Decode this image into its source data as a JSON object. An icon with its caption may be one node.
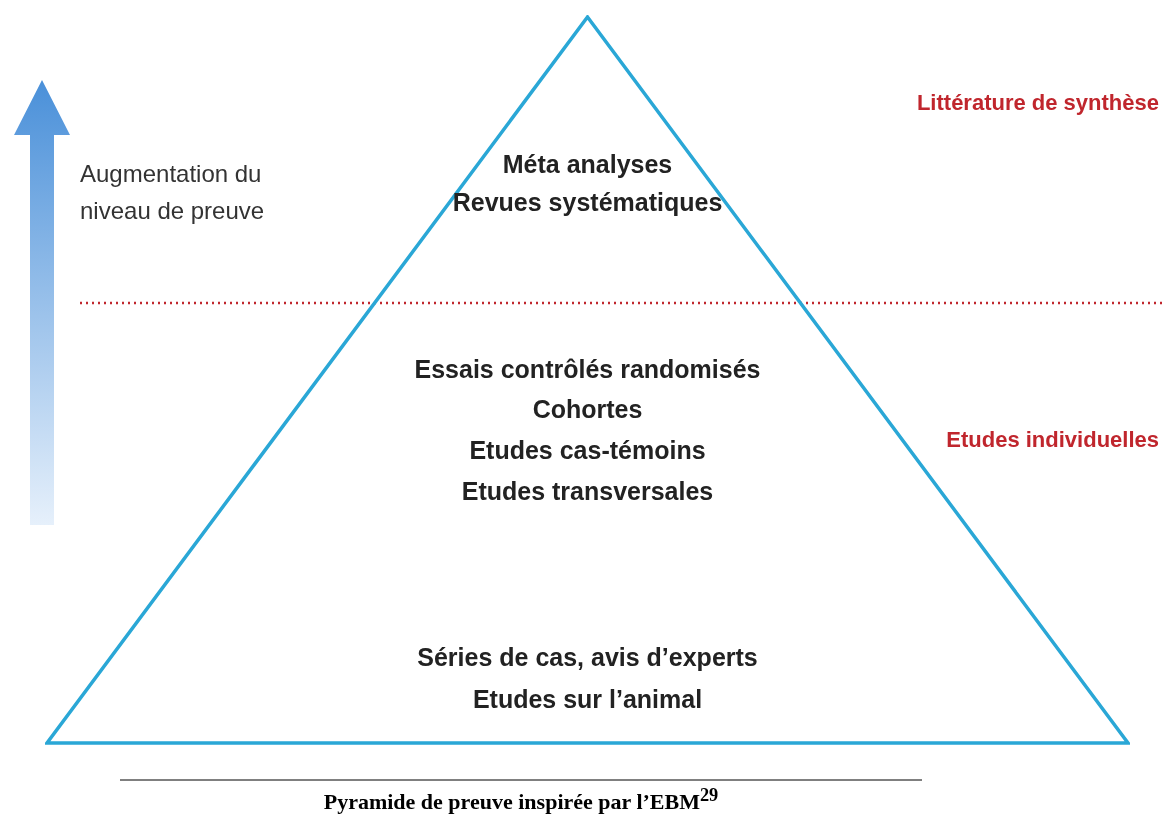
{
  "diagram": {
    "caption": "Pyramide de preuve inspirée par l’EBM$^{29}$",
    "nodes": [
      {
        "text": [
          "Méta analyses",
          "Revues systématiques",
          "Essais contrôlés randomisés",
          "Cohortes",
          "Etudes cas-témoins",
          "Etudes transversales",
          "Séries de cas, avis d’experts",
          "Etudes sur l’animal"
        ]
      }
    ],
    "edges": [],
    "labels": [
      "Augmentation du niveau de preuve",
      "Littérature de synthèse",
      "Etudes individuelles"
    ]
  }
}
